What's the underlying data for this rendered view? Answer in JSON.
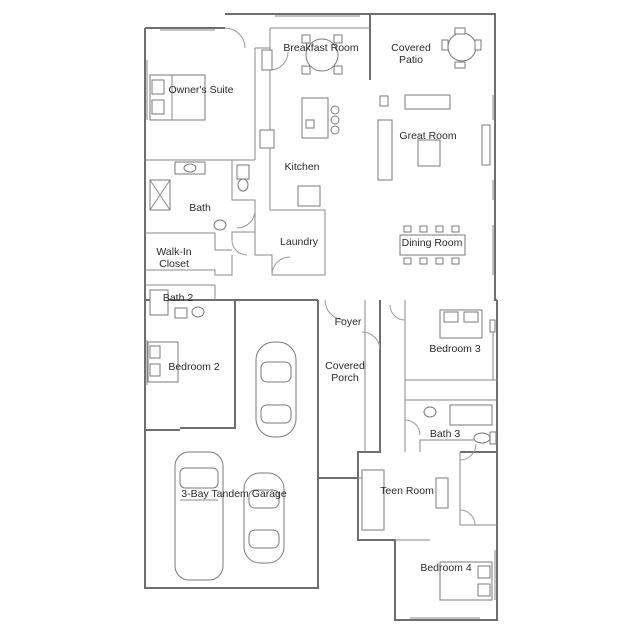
{
  "rooms": {
    "breakfast": "Breakfast Room",
    "covered_patio_1": "Covered",
    "covered_patio_2": "Patio",
    "owners_suite": "Owner's Suite",
    "great_room": "Great Room",
    "kitchen": "Kitchen",
    "bath": "Bath",
    "walkin_1": "Walk-In",
    "walkin_2": "Closet",
    "laundry": "Laundry",
    "dining": "Dining Room",
    "bath2": "Bath 2",
    "foyer": "Foyer",
    "bedroom3": "Bedroom 3",
    "bedroom2": "Bedroom 2",
    "covered_porch_1": "Covered",
    "covered_porch_2": "Porch",
    "bath3": "Bath 3",
    "garage": "3-Bay Tandem Garage",
    "teen": "Teen Room",
    "bedroom4": "Bedroom 4"
  }
}
